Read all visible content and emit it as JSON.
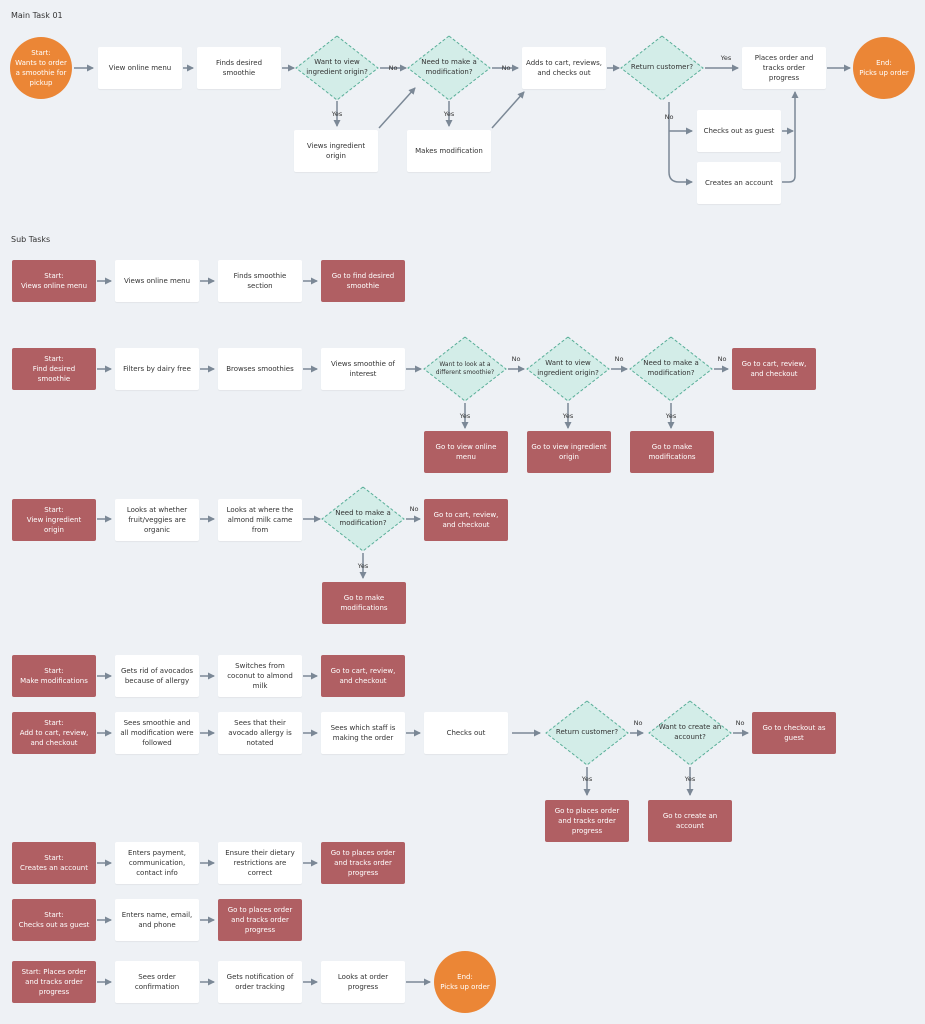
{
  "main": {
    "header": "Main Task 01",
    "start": "Start:\nWants to order\na smoothie for\npickup",
    "view_menu": "View online menu",
    "finds": "Finds desired\nsmoothie",
    "q_origin": "Want to view\ningredient origin?",
    "q_mod": "Need to make a\nmodification?",
    "cart": "Adds to cart, reviews,\nand checks out",
    "q_return": "Return customer?",
    "places": "Places order and\ntracks order\nprogress",
    "end": "End:\nPicks up order",
    "views_origin": "Views ingredient\norigin",
    "makes_mod": "Makes modification",
    "guest": "Checks out as guest",
    "create": "Creates an account"
  },
  "sub": {
    "header": "Sub Tasks",
    "r1": [
      "Start:\nViews online menu",
      "Views online menu",
      "Finds smoothie\nsection",
      "Go to find desired\nsmoothie"
    ],
    "r2": {
      "start": "Start:\nFind desired\nsmoothie",
      "b1": "Filters by dairy free",
      "b2": "Browses smoothies",
      "b3": "Views smoothie of\ninterest",
      "d1": "Want to look at a\ndifferent smoothie?",
      "d2": "Want to view\ningredient origin?",
      "d3": "Need to make a\nmodification?",
      "end": "Go to cart, review,\nand checkout",
      "g1": "Go to view online\nmenu",
      "g2": "Go to view ingredient\norigin",
      "g3": "Go to make\nmodifications"
    },
    "r3": {
      "start": "Start:\nView ingredient\norigin",
      "b1": "Looks at whether\nfruit/veggies are\norganic",
      "b2": "Looks at where the\nalmond milk came\nfrom",
      "d1": "Need to make a\nmodification?",
      "end": "Go to cart, review,\nand checkout",
      "g1": "Go to make\nmodifications"
    },
    "r4": [
      "Start:\nMake modifications",
      "Gets rid of avocados\nbecause of allergy",
      "Switches from\ncoconut to almond\nmilk",
      "Go to cart, review,\nand checkout"
    ],
    "r5": {
      "start": "Start:\nAdd to cart, review,\nand checkout",
      "b1": "Sees smoothie  and\nall modification were\nfollowed",
      "b2": "Sees that their\navocado allergy is\nnotated",
      "b3": "Sees which staff is\nmaking the order",
      "b4": "Checks out",
      "d1": "Return customer?",
      "d2": "Want to create an\naccount?",
      "end": "Go to checkout as\nguest",
      "g1": "Go to places order\nand tracks order\nprogress",
      "g2": "Go to create an\naccount"
    },
    "r6": [
      "Start:\nCreates an account",
      "Enters payment,\ncommunication,\ncontact info",
      "Ensure their dietary\nrestrictions are\ncorrect",
      "Go to places order\nand tracks order\nprogress"
    ],
    "r7": [
      "Start:\nChecks out as guest",
      "Enters name, email,\nand phone",
      "Go to places order\nand tracks order\nprogress"
    ],
    "r8": [
      "Start: Places order\nand tracks order\nprogress",
      "Sees order\nconfirmation",
      "Gets notification of\norder tracking",
      "Looks at order\nprogress",
      "End:\nPicks up order"
    ]
  },
  "labels": {
    "yes": "Yes",
    "no": "No"
  },
  "colors": {
    "start_red": "#b05f63",
    "terminal_orange": "#eb8636",
    "decision_fill": "#d3ede8",
    "decision_border": "#5aaf99",
    "arrow": "#7b8896",
    "background": "#eef1f5"
  }
}
